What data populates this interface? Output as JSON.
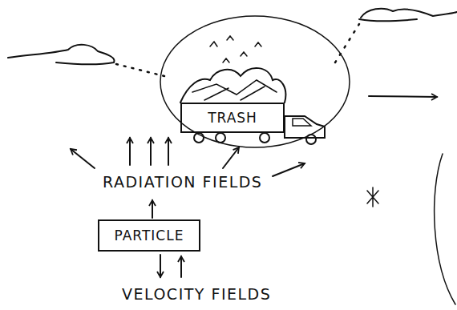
{
  "diagram": {
    "nodes": [
      {
        "text": [
          "TRASH"
        ]
      },
      {
        "text": [
          "PARTICLE"
        ]
      }
    ],
    "labels": [
      "RADIATION FIELDS",
      "VELOCITY FIELDS"
    ]
  }
}
